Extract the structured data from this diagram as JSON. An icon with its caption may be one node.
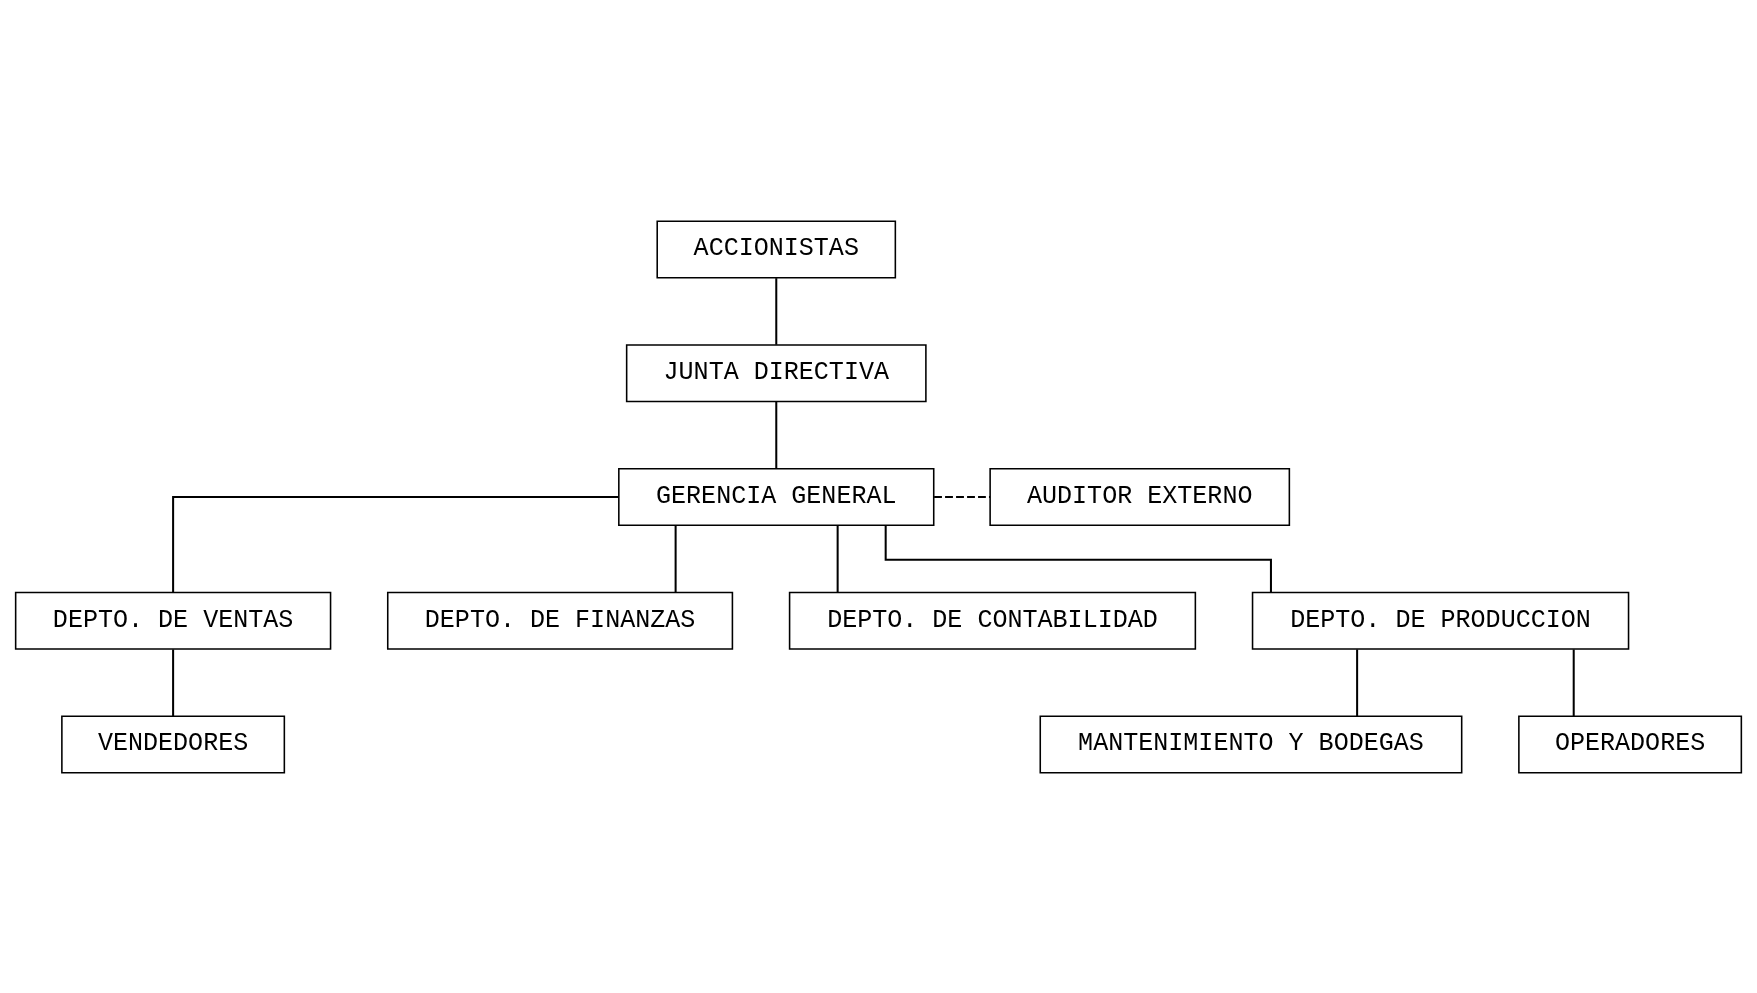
{
  "diagram": {
    "nodes": [
      {
        "text": [
          "ACCIONISTAS"
        ]
      },
      {
        "text": [
          "JUNTA DIRECTIVA"
        ]
      },
      {
        "text": [
          "GERENCIA GENERAL"
        ]
      },
      {
        "text": [
          "AUDITOR EXTERNO"
        ]
      },
      {
        "text": [
          "DEPTO. DE VENTAS"
        ]
      },
      {
        "text": [
          "DEPTO. DE FINANZAS"
        ]
      },
      {
        "text": [
          "DEPTO. DE CONTABILIDAD"
        ]
      },
      {
        "text": [
          "DEPTO. DE PRODUCCION"
        ]
      },
      {
        "text": [
          "VENDEDORES"
        ]
      },
      {
        "text": [
          "MANTENIMIENTO Y BODEGAS"
        ]
      },
      {
        "text": [
          "OPERADORES"
        ]
      }
    ],
    "edges": [
      {
        "from": 0,
        "to": 1,
        "arrow": "none"
      },
      {
        "from": 1,
        "to": 2,
        "arrow": "none"
      },
      {
        "from": 2,
        "to": 3,
        "arrow": "none",
        "style": "dashed"
      },
      {
        "from": 2,
        "to": 4,
        "arrow": "none"
      },
      {
        "from": 2,
        "to": 5,
        "arrow": "none"
      },
      {
        "from": 2,
        "to": 6,
        "arrow": "none"
      },
      {
        "from": 2,
        "to": 7,
        "arrow": "none"
      },
      {
        "from": 4,
        "to": 8,
        "arrow": "none"
      },
      {
        "from": 7,
        "to": 10,
        "arrow": "none"
      },
      {
        "from": 7,
        "to": 9,
        "arrow": "none"
      }
    ]
  }
}
